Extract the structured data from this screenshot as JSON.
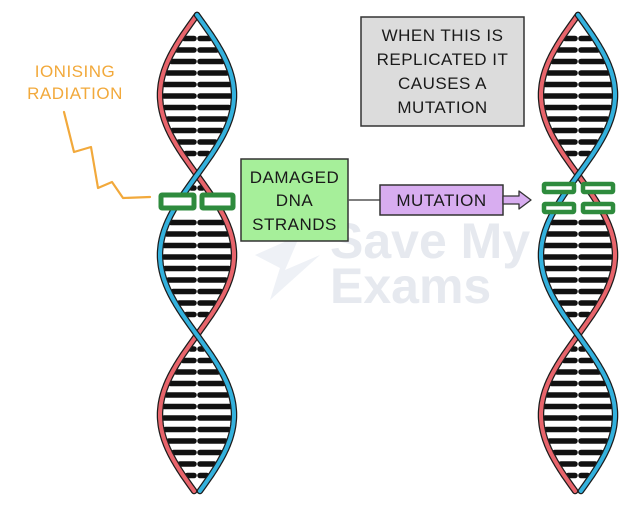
{
  "labels": {
    "radiation_line1": "IONISING",
    "radiation_line2": "RADIATION",
    "damaged_line1": "DAMAGED",
    "damaged_line2": "DNA",
    "damaged_line3": "STRANDS",
    "mutation": "MUTATION",
    "note_line1": "WHEN THIS IS",
    "note_line2": "REPLICATED IT",
    "note_line3": "CAUSES A",
    "note_line4": "MUTATION"
  },
  "watermark": {
    "line1": "Save My",
    "line2": "Exams"
  },
  "colors": {
    "strand_red": "#e8646b",
    "strand_blue": "#33b1dd",
    "base_pair": "#111111",
    "damaged_base": "#2e8b3d",
    "damaged_box_fill": "#a6ef9a",
    "mutation_box_fill": "#d8adf0",
    "note_box_fill": "#dcdcdc",
    "radiation": "#f2a93b"
  },
  "icons": [
    "radiation-zigzag-icon",
    "arrow-right-icon"
  ]
}
